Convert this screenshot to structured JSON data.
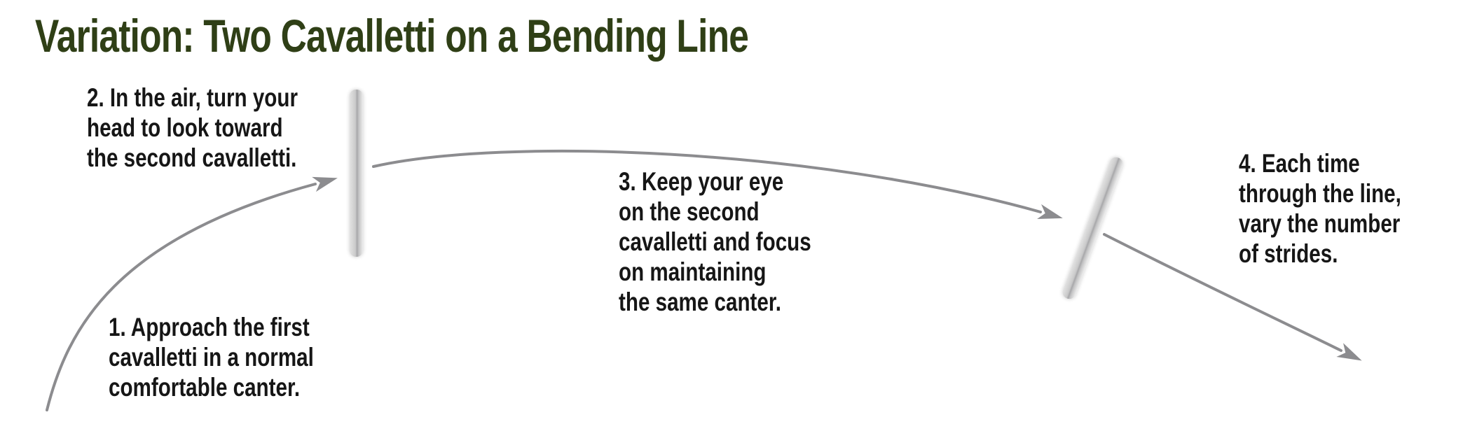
{
  "title": {
    "text": "Variation: Two Cavalletti on a Bending Line",
    "color": "#2f3f16"
  },
  "steps": [
    {
      "lines": [
        "1. Approach the first",
        "cavalletti in a normal",
        "comfortable canter."
      ]
    },
    {
      "lines": [
        "2. In the air, turn your",
        "head to look toward",
        "the second cavalletti."
      ]
    },
    {
      "lines": [
        "3. Keep your eye",
        "on the second",
        "cavalletti and focus",
        "on maintaining",
        "the same canter."
      ]
    },
    {
      "lines": [
        "4. Each time",
        "through the line,",
        "vary the number",
        "of strides."
      ]
    }
  ],
  "figure": {
    "arrow_color": "#8c8c8f",
    "pole_color": "#c7c7c8",
    "pole_core_color": "#a7a7a9",
    "elements": [
      {
        "name": "approach-arrow",
        "description": "curved arrow from lower left up to first cavalletti"
      },
      {
        "name": "first-cavalletti-pole",
        "description": "vertical light gray pole"
      },
      {
        "name": "bending-line-arrow",
        "description": "long shallow arc from first to second cavalletti"
      },
      {
        "name": "second-cavalletti-pole",
        "description": "tilted light gray pole"
      },
      {
        "name": "exit-arrow",
        "description": "arrow leaving second cavalletti toward lower right"
      }
    ]
  }
}
